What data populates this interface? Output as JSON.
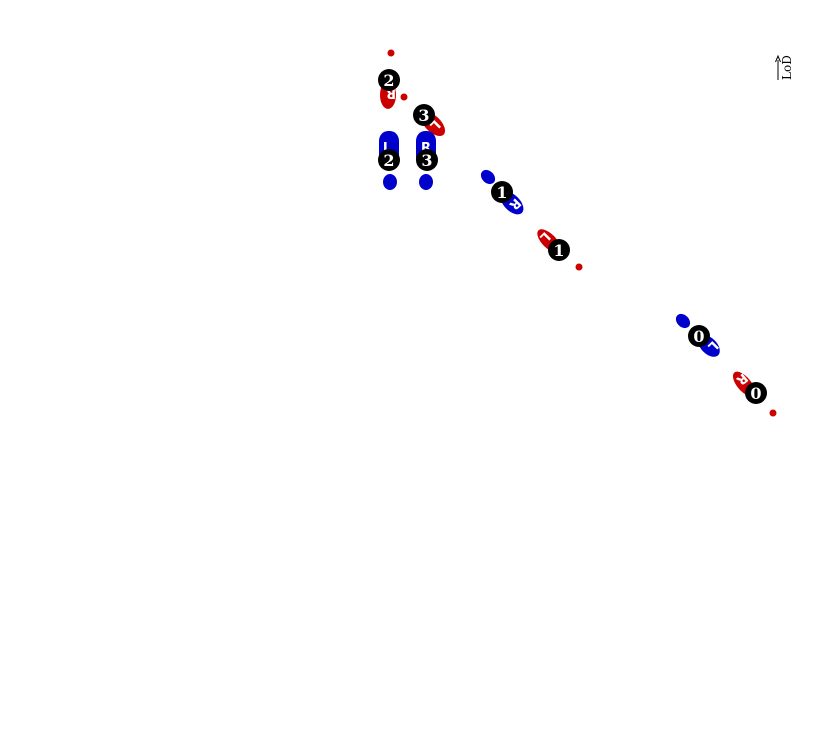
{
  "legend": {
    "direction_label": "LoD"
  },
  "colors": {
    "follower": "#cc0000",
    "leader": "#0000cc",
    "step_marker": "#000000",
    "text": "#ffffff"
  },
  "follower_steps": [
    {
      "step": "0",
      "foot_letter": "R"
    },
    {
      "step": "1",
      "foot_letter": "L"
    },
    {
      "step": "2",
      "foot_letter": "R"
    },
    {
      "step": "3",
      "foot_letter": "L"
    }
  ],
  "leader_steps": [
    {
      "step": "0",
      "foot_letter": "L"
    },
    {
      "step": "1",
      "foot_letter": "R"
    },
    {
      "step": "2",
      "foot_letter": "L"
    },
    {
      "step": "3",
      "foot_letter": "R"
    }
  ]
}
